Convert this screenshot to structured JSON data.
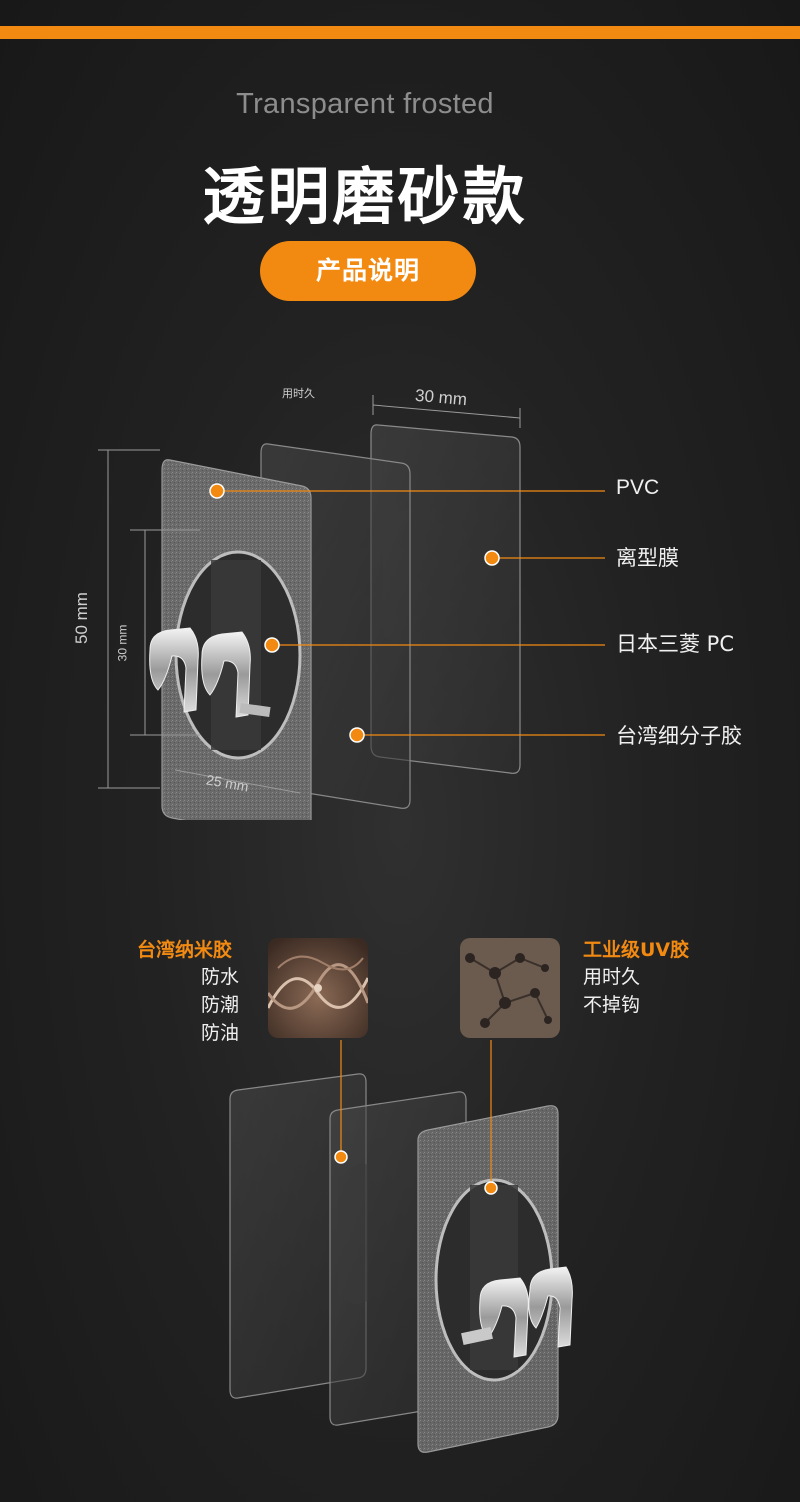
{
  "header": {
    "en_title": "Transparent frosted",
    "cn_title": "透明磨砂款",
    "badge": "产品说明"
  },
  "top_diagram": {
    "small_note": "用时久",
    "dim_width": "30 mm",
    "dim_height_outer": "50 mm",
    "dim_height_inner": "30 mm",
    "dim_bottom": "25 mm",
    "layers": [
      "PVC",
      "离型膜",
      "日本三菱 PC",
      "台湾细分子胶"
    ]
  },
  "features": {
    "left": {
      "title": "台湾纳米胶",
      "items": [
        "防水",
        "防潮",
        "防油"
      ]
    },
    "right": {
      "title": "工业级UV胶",
      "items": [
        "用时久",
        "不掉钩"
      ]
    }
  },
  "colors": {
    "accent": "#f28a12",
    "background": "#1e1e1e"
  }
}
